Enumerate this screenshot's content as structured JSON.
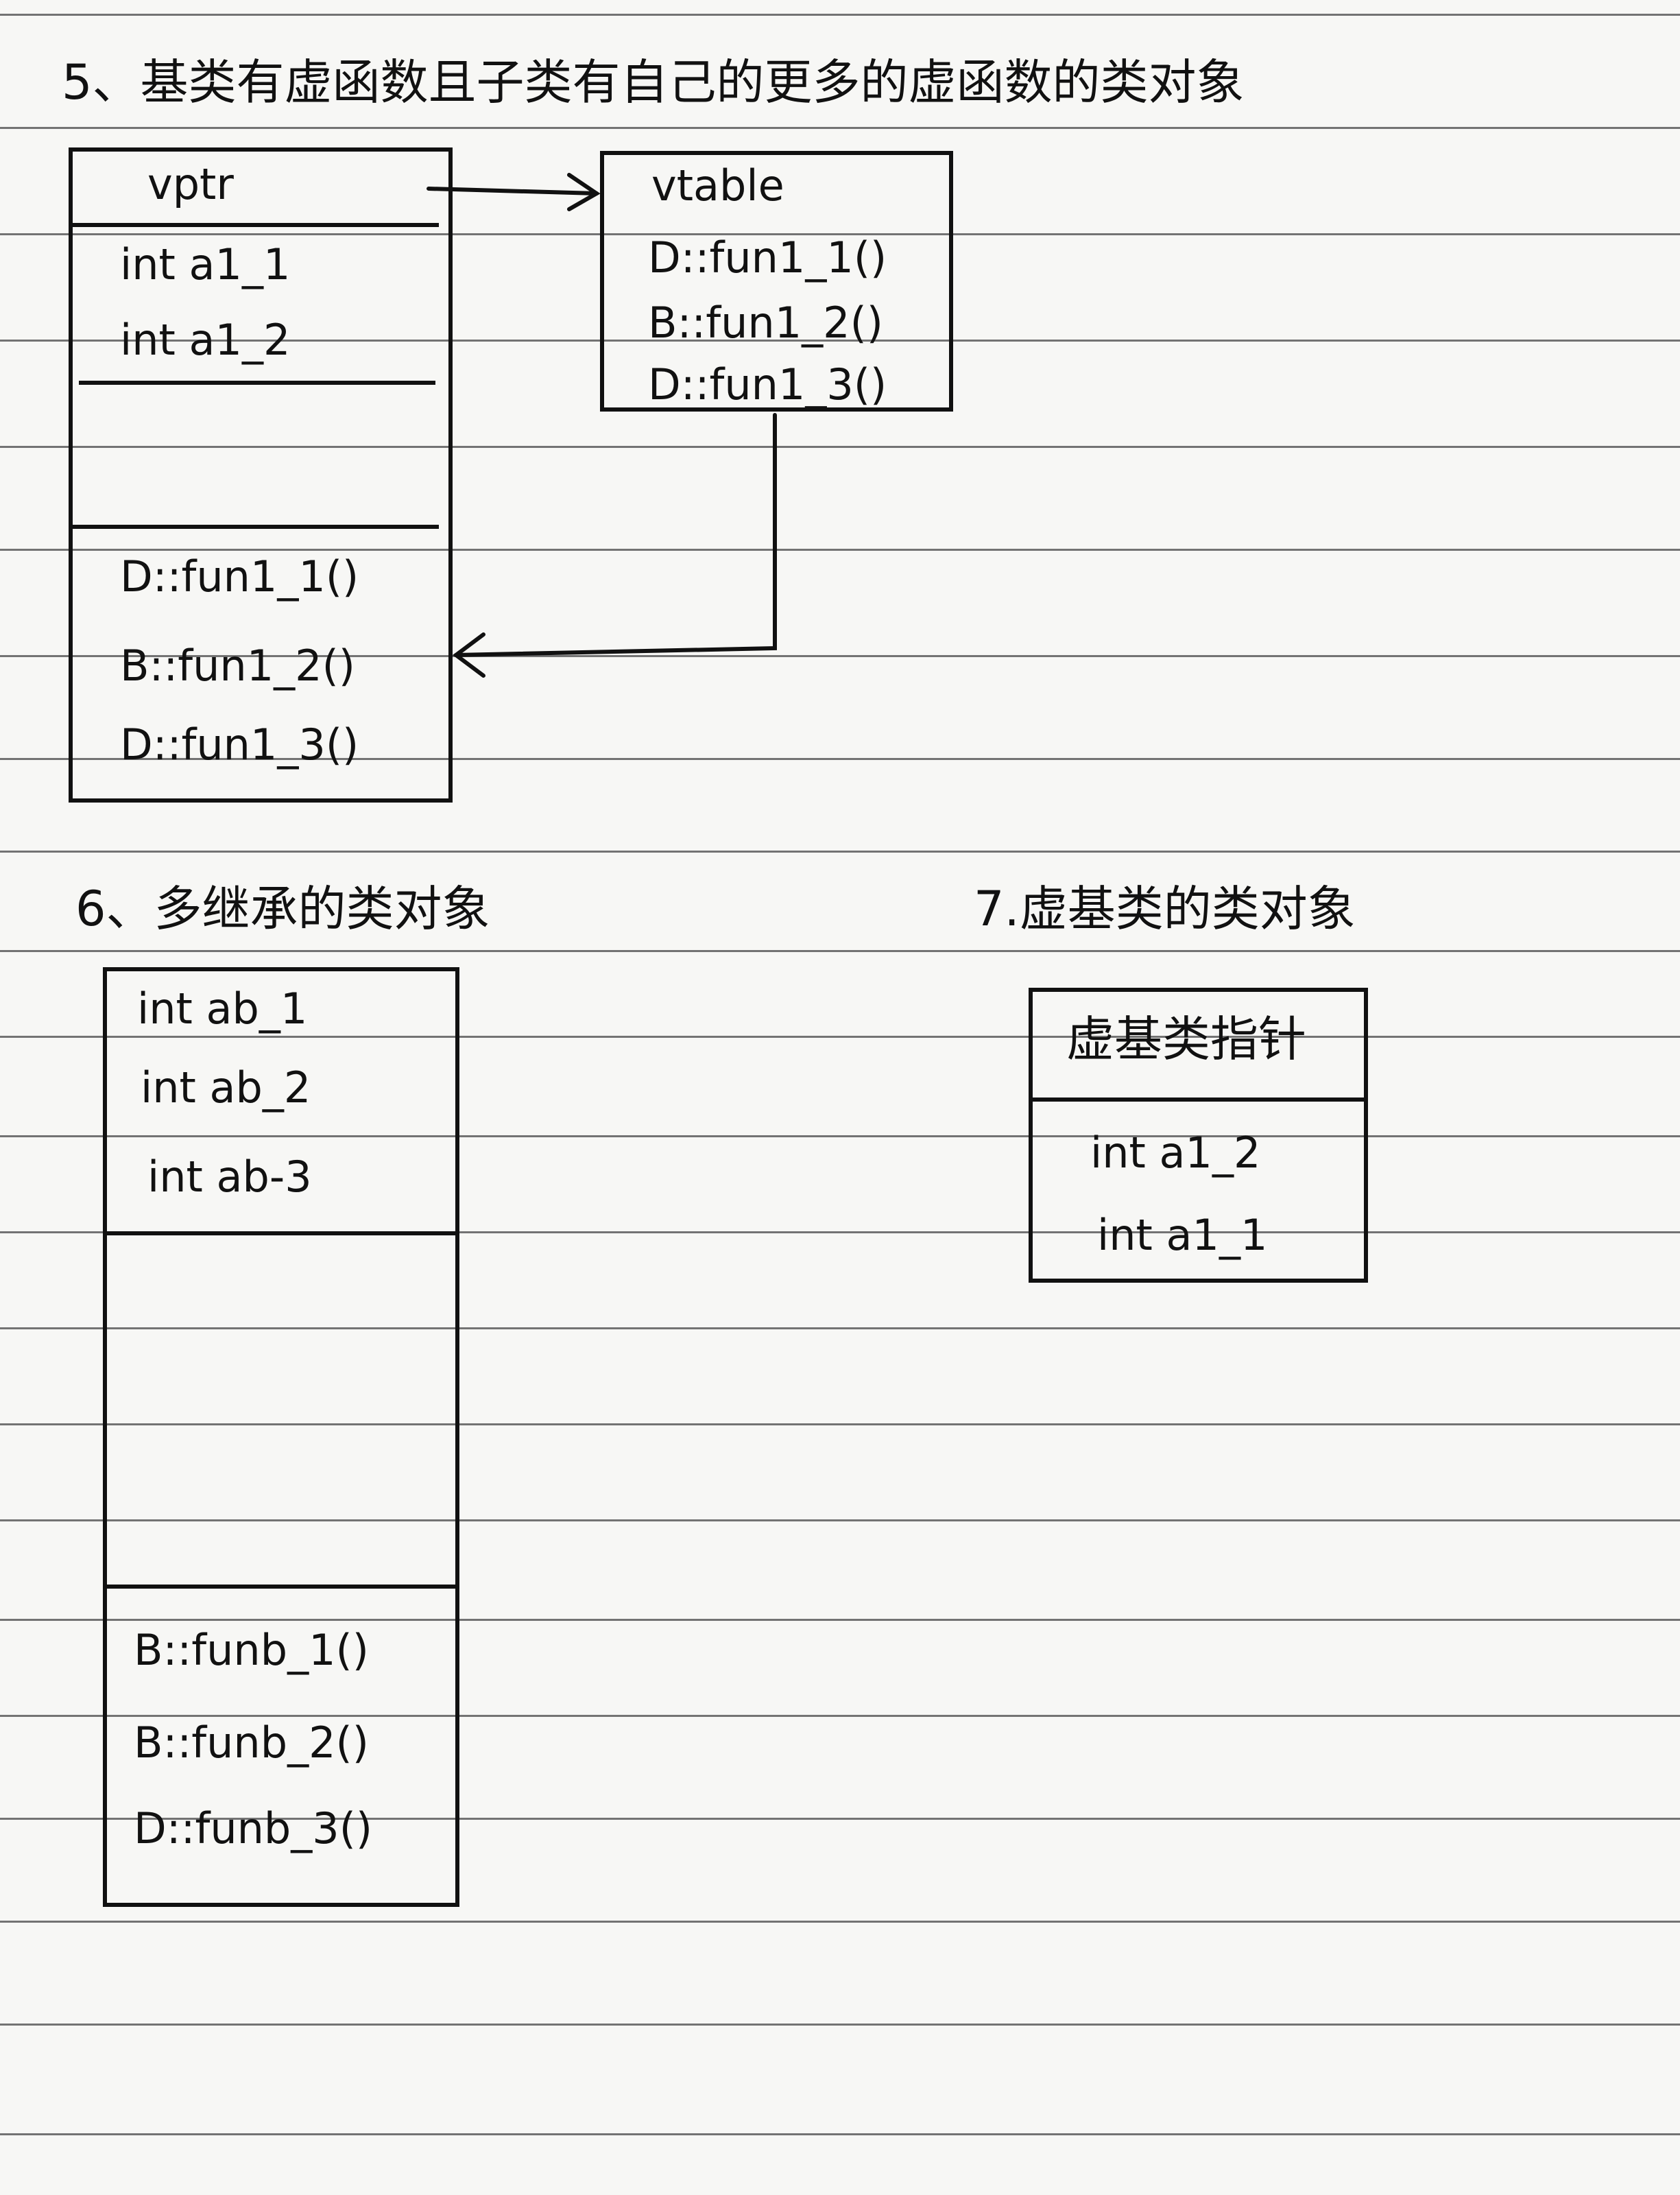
{
  "section5": {
    "title": "5、基类有虚函数且子类有自己的更多的虚函数的类对象",
    "object": {
      "vptr_label": "vptr",
      "fields": [
        "int a1_1",
        "int a1_2"
      ],
      "functions": [
        "D::fun1_1()",
        "B::fun1_2()",
        "D::fun1_3()"
      ]
    },
    "vtable": {
      "title": "vtable",
      "entries": [
        "D::fun1_1()",
        "B::fun1_2()",
        "D::fun1_3()"
      ]
    }
  },
  "section6": {
    "title": "6、多继承的类对象",
    "object": {
      "fields": [
        "int ab_1",
        "int ab_2",
        "int ab-3"
      ],
      "functions": [
        "B::funb_1()",
        "B::funb_2()",
        "D::funb_3()"
      ]
    }
  },
  "section7": {
    "title": "7.虚基类的类对象",
    "object": {
      "pointer_label": "虚基类指针",
      "fields": [
        "int a1_2",
        "int a1_1"
      ]
    }
  }
}
